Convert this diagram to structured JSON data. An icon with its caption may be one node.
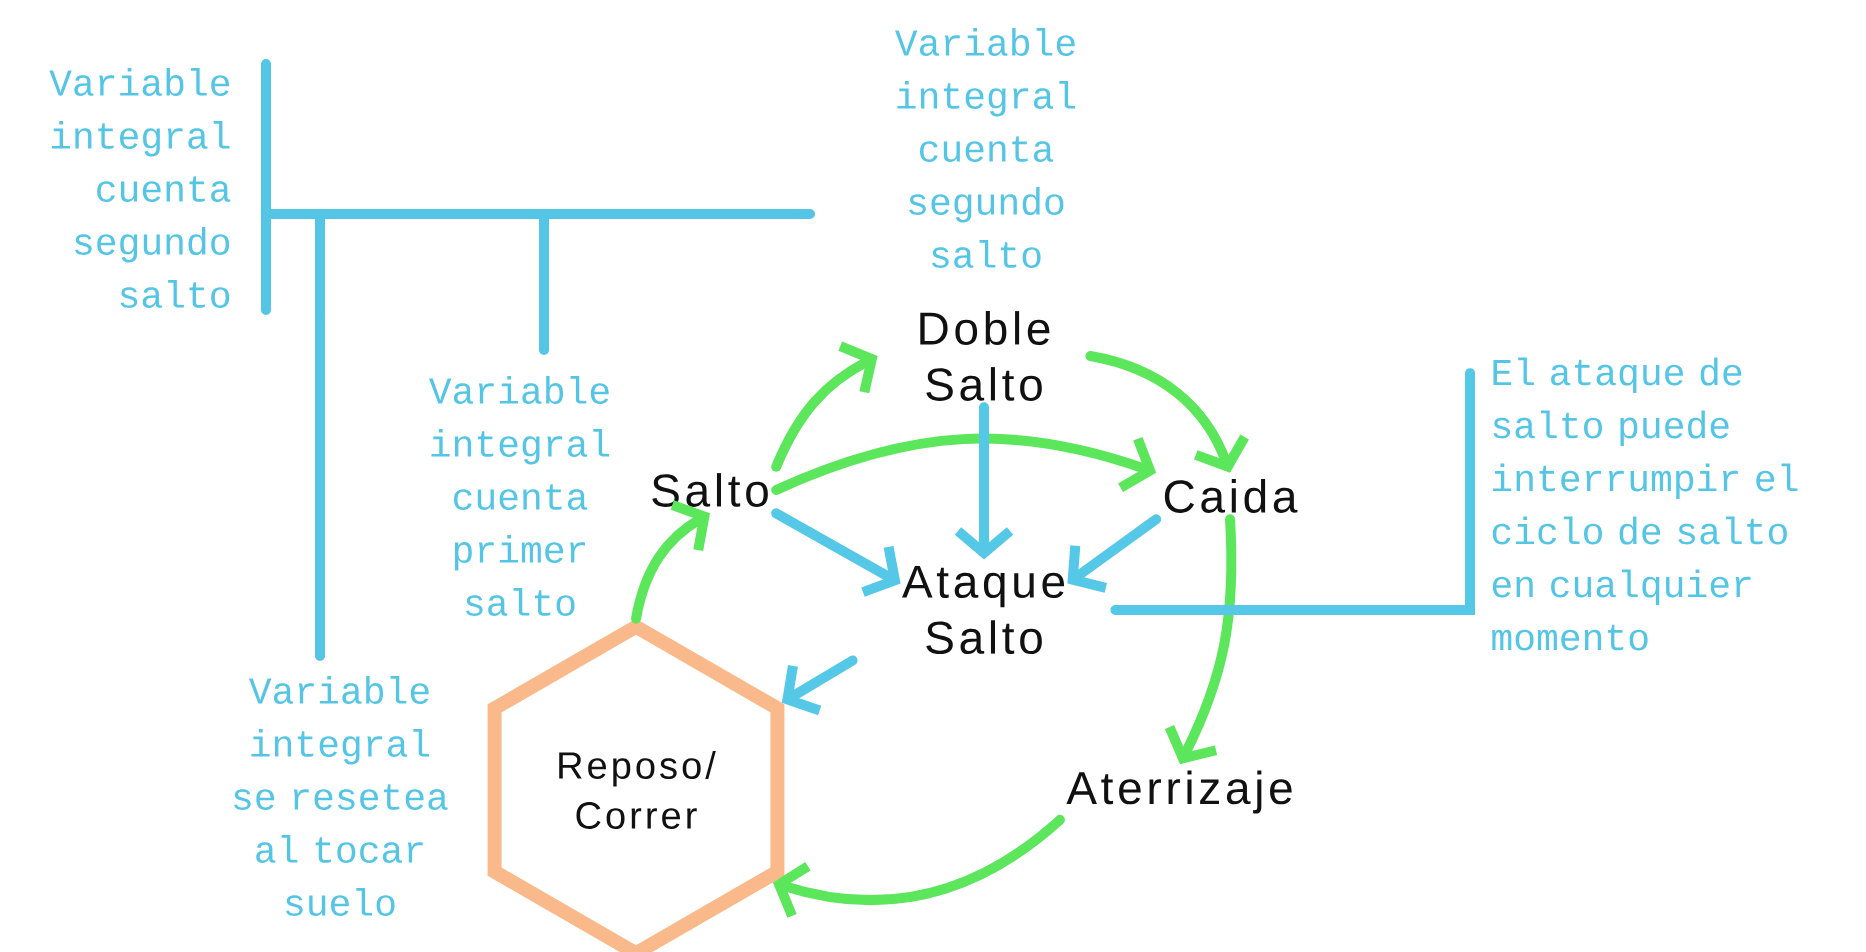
{
  "diagram": {
    "nodes": [
      {
        "text": [
          "Reposo/ Correr"
        ]
      },
      {
        "text": [
          "Salto"
        ]
      },
      {
        "text": [
          "Doble Salto"
        ]
      },
      {
        "text": [
          "Caida"
        ]
      },
      {
        "text": [
          "Ataque Salto"
        ]
      },
      {
        "text": [
          "Aterrizaje"
        ]
      },
      {
        "text": [
          "El ataque de salto puede interrumpir el ciclo de salto en cualquier momento"
        ]
      }
    ],
    "edges": [
      {
        "from": 1,
        "to": 2,
        "arrow": "to"
      },
      {
        "from": 2,
        "to": 3,
        "arrow": "to"
      },
      {
        "from": 1,
        "to": 3,
        "arrow": "to"
      },
      {
        "from": 3,
        "to": 5,
        "arrow": "to"
      },
      {
        "from": 5,
        "to": 0,
        "arrow": "to"
      },
      {
        "from": 0,
        "to": 1,
        "arrow": "to"
      },
      {
        "from": 1,
        "to": 4,
        "arrow": "to",
        "color": "#55c8e8"
      },
      {
        "from": 2,
        "to": 4,
        "arrow": "to",
        "color": "#55c8e8"
      },
      {
        "from": 3,
        "to": 4,
        "arrow": "to",
        "color": "#55c8e8"
      },
      {
        "from": 4,
        "to": 0,
        "arrow": "to",
        "color": "#55c8e8"
      },
      {
        "from": 6,
        "to": 4,
        "arrow": "none",
        "color": "#55c8e8"
      }
    ],
    "labels": [
      "Variable integral cuenta segundo salto",
      "Variable integral cuenta segundo salto",
      "Variable integral cuenta primer salto",
      "Variable integral se resetea al tocar suelo"
    ]
  }
}
